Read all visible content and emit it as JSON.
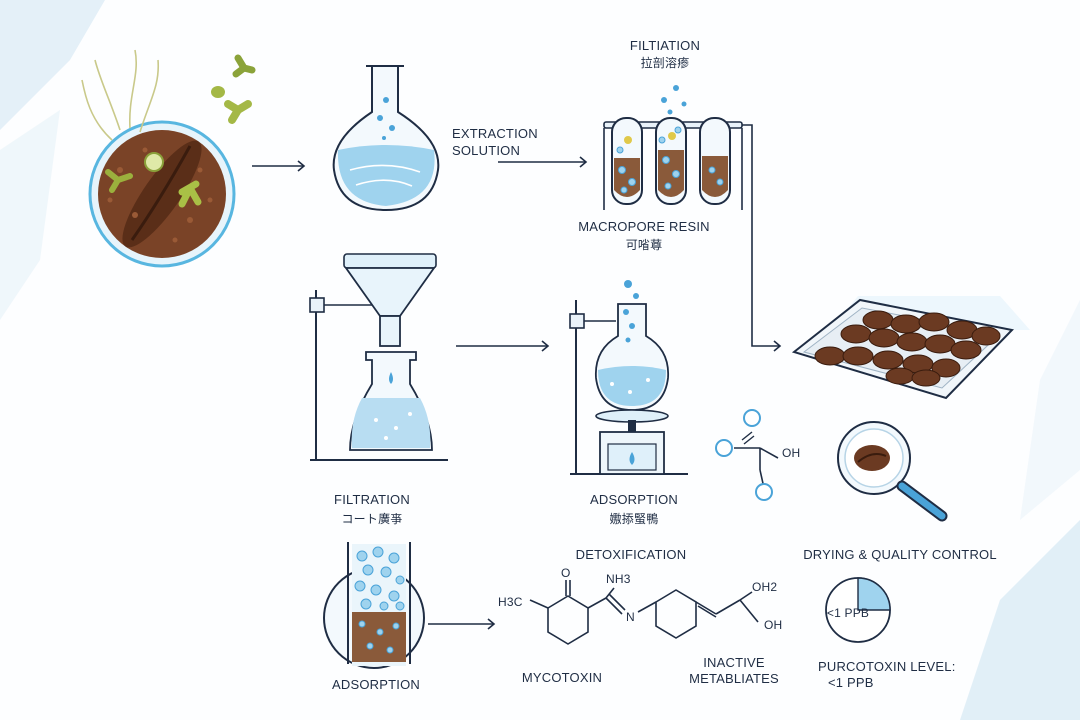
{
  "labels": {
    "extraction": [
      "EXTRACTION",
      "SOLUTION"
    ],
    "filtiation": "FILTIATION",
    "filtiation_sub": "拉剖溶瘆",
    "macropore": "MACROPORE RESIN",
    "macropore_sub": "可㗂䔿",
    "filtration": "FILTRATION",
    "filtration_sub": "コート廣亊",
    "adsorption_mid": "ADSORPTION",
    "adsorption_mid_sub": "嫐掭蜸鴨",
    "adsorption_bottom": "ADSORPTION",
    "detoxification": "DETOXIFICATION",
    "mycotoxin": "MYCOTOXIN",
    "inactive": [
      "INACTIVE",
      "METABLIATES"
    ],
    "drying_qc": "DRYING & QUALITY CONTROL",
    "gauge_value": "<1 PPB",
    "purcotoxin": [
      "PURCOTOXIN LEVEL:",
      "<1 PPB"
    ],
    "chem_h3c": "H3C",
    "chem_o": "O",
    "chem_nh3": "NH3",
    "chem_n": "N",
    "chem_oh2": "OH2",
    "chem_oh": "OH",
    "chem_oh_mid": "OH"
  },
  "colors": {
    "line": "#1f2d44",
    "liquid": "#9fd3ee",
    "bean": "#6b3a22",
    "accent_blue": "#4aa3d8",
    "mold": "#8ba33a"
  }
}
